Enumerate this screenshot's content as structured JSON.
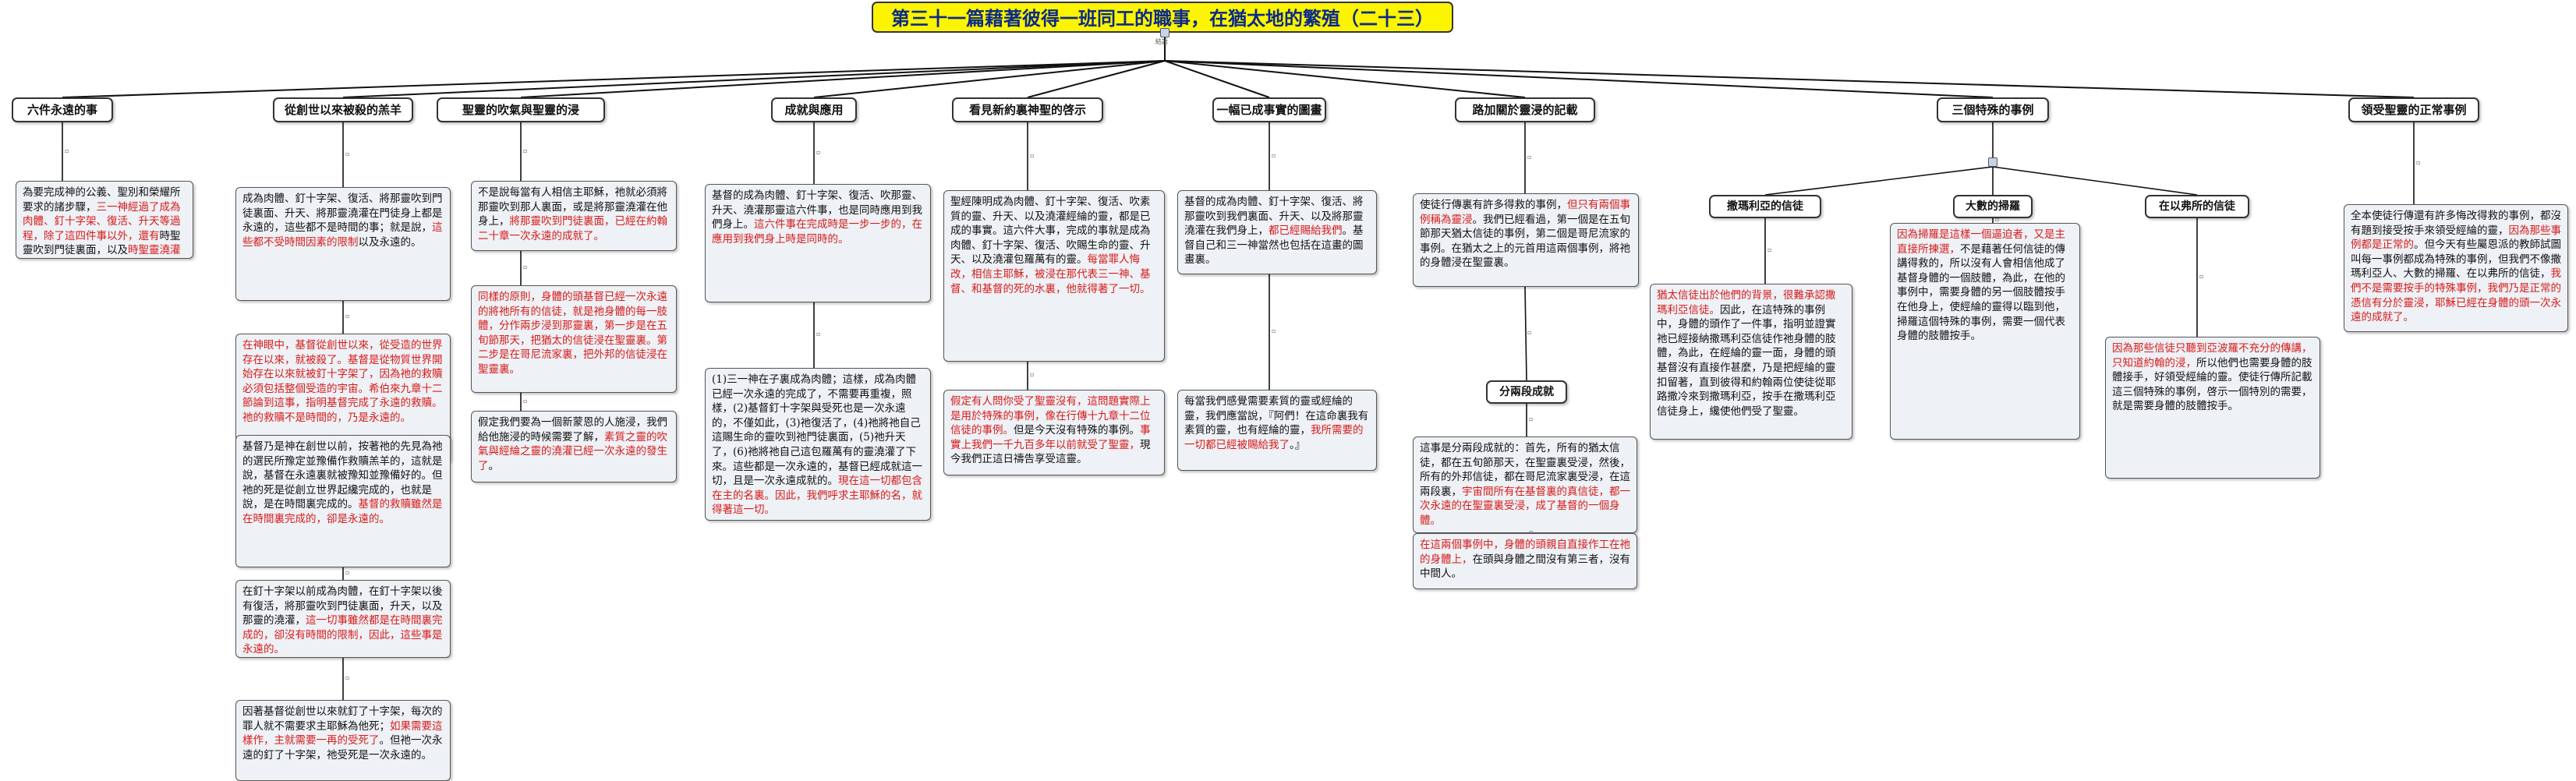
{
  "title": "第三十一篇藉著彼得一班同工的職事，在猶太地的繁殖（二十三）",
  "root_marker": "結語",
  "nodes": [
    {
      "label": "六件永遠的事",
      "boxes": [
        [
          {
            "t": "為要完成神的公義、聖別和榮耀所要求的諸步驟，"
          },
          {
            "t": "三一神經過了成為肉體、釘十字架、復活、升天等過程，除了這四件事以外，還有",
            "r": 1
          },
          {
            "t": "時聖靈吹到門徒裏面，以及",
            "r": 0
          },
          {
            "t": "時聖靈澆灌在他們身上。",
            "r": 1
          }
        ]
      ]
    },
    {
      "label": "從創世以來被殺的羔羊",
      "boxes": [
        [
          {
            "t": "成為肉體、釘十字架、復活、將那靈吹到門徒裏面、升天、將那靈澆灌在門徒身上都是永遠的，這些都不是時間的事；就是說，"
          },
          {
            "t": "這些都不受時間因素的限制",
            "r": 1
          },
          {
            "t": "以及永遠的。"
          }
        ],
        [
          {
            "t": "在神眼中，基督從創世以來，從受造的世界存在以來，就被殺了。基督是從物質世界開始存在以來就被釘十字架了，因為祂的救贖必須包括整個受造的宇宙。希伯來九章十二節論到這事，指明基督完成了永遠的救贖。",
            "r": 1
          },
          {
            "t": "祂的救贖不是時間的，乃是永遠的。",
            "r": 1
          }
        ],
        [
          {
            "t": "基督乃是神在創世以前，按著祂的先見為祂的選民所豫定並豫備作救贖羔羊的，這就是說，基督在永遠裏就被豫知並豫備好的。但祂的死是從創立世界起纔完成的，也就是說，是在時間裏完成的。"
          },
          {
            "t": "基督的救贖雖然是在時間裏完成的，卻是永遠的。",
            "r": 1
          }
        ],
        [
          {
            "t": "在釘十字架以前成為肉體，在釘十字架以後有復活，將那靈吹到門徒裏面，升天，以及那靈的澆灌，"
          },
          {
            "t": "這一切事雖然都是在時間裏完成的，卻沒有時間的限制，因此，這些事是永遠的。",
            "r": 1
          }
        ],
        [
          {
            "t": "因著基督從創世以來就釘了十字架，每次的罪人就不需要求主耶穌為他死；"
          },
          {
            "t": "如果需要這樣作，主就需要一再的受死了",
            "r": 1
          },
          {
            "t": "。但祂一次永遠的釘了十字架，祂受死是一次永遠的。"
          }
        ]
      ]
    },
    {
      "label": "聖靈的吹氣與聖靈的浸",
      "boxes": [
        [
          {
            "t": "不是說每當有人相信主耶穌，祂就必須將那靈吹到那人裏面，或是將那靈澆灌在他身上，"
          },
          {
            "t": "將那靈吹到門徒裏面，已經在約翰二十章一次永遠的成就了。",
            "r": 1
          }
        ],
        [
          {
            "t": "同樣的原則，身體的頭基督已經一次永遠的將祂所有的信徒，就是祂身體的每一肢體，分作兩步浸到那靈裏，第一步是在五旬節那天，把猶太的信徒浸在聖靈裏。第二步是在哥尼流家裏，把外邦的信徒浸在聖靈裏。",
            "r": 1
          }
        ],
        [
          {
            "t": "假定我們要為一個新蒙恩的人施浸，我們給他施浸的時候需要了解，"
          },
          {
            "t": "素質之靈的吹氣與經綸之靈的澆灌已經一次永遠的發生了",
            "r": 1
          },
          {
            "t": "。"
          }
        ]
      ]
    },
    {
      "label": "成就與應用",
      "boxes": [
        [
          {
            "t": "基督的成為肉體、釘十字架、復活、吹那靈、升天、澆灌那靈這六件事，也是同時應用到我們身上。"
          },
          {
            "t": "這六件事在完成時是一步一步的，在應用到我們身上時是同時的。",
            "r": 1
          }
        ],
        [
          {
            "t": "(1)三一神在子裏成為肉體；這樣，成為肉體已經一次永遠的完成了，不需要再重複，照樣，(2)基督釘十字架與受死也是一次永遠的，不僅如此，(3)祂復活了，(4)祂將祂自己這賜生命的靈吹到祂門徒裏面，(5)祂升天了，(6)祂將祂自己這包羅萬有的靈澆灌了下來。這些都是一次永遠的，基督已經成就這一切，且是一次永遠成就的。"
          },
          {
            "t": "現在這一切都包含在主的名裏。因此，我們呼求主耶穌的名，就得著這一切。",
            "r": 1
          }
        ]
      ]
    },
    {
      "label": "看見新約裏神聖的啓示",
      "boxes": [
        [
          {
            "t": "聖經陳明成為肉體、釘十字架、復活、吹素質的靈、升天、以及澆灌經綸的靈，都是已成的事實。這六件大事，完成的事就是成為肉體、釘十字架、復活、吹賜生命的靈、升天、以及澆灌包羅萬有的靈。"
          },
          {
            "t": "每當罪人悔改，相信主耶穌，被浸在那代表三一神、基督、和基督的死的水裏，他就得著了一切。",
            "r": 1
          }
        ],
        [
          {
            "t": "假定有人問你受了聖靈沒有，這問題實際上是用於特殊的事例，像在行傳十九章十二位信徒的事例。",
            "r": 1
          },
          {
            "t": "但是今天沒有特殊的事例。"
          },
          {
            "t": "事實上我們一千九百多年以前就受了聖靈，",
            "r": 1
          },
          {
            "t": "現今我們正這日禱告享受這靈。"
          }
        ]
      ]
    },
    {
      "label": "一幅已成事實的圖畫",
      "boxes": [
        [
          {
            "t": "基督的成為肉體、釘十字架、復活、將那靈吹到我們裏面、升天、以及將那靈澆灌在我們身上，"
          },
          {
            "t": "都已經賜給我們",
            "r": 1
          },
          {
            "t": "。基督自己和三一神當然也包括在這畫的圖畫裏。"
          }
        ],
        [
          {
            "t": "每當我們感覺需要素質的靈或經綸的靈，我們應當說，『阿們！在這命裏我有素質的靈，也有經綸的靈，"
          },
          {
            "t": "我所需要的一切都已經被賜給我了",
            "r": 1
          },
          {
            "t": "。』"
          }
        ]
      ]
    },
    {
      "label": "路加關於靈浸的記載",
      "boxes": [
        [
          {
            "t": "使徒行傳裏有許多得救的事例，"
          },
          {
            "t": "但只有兩個事例稱為靈浸",
            "r": 1
          },
          {
            "t": "。我們已經看過，第一個是在五旬節那天猶太信徒的事例，第二個是哥尼流家的事例。在猶太之上的元首用這兩個事例，將祂的身體浸在聖靈裏。"
          }
        ]
      ],
      "sub": {
        "label": "分兩段成就",
        "boxes": [
          [
            {
              "t": "這事是分兩段成就的：首先，所有的猶太信徒，都在五旬節那天，在聖靈裏受浸，然後，所有的外邦信徒，都在哥尼流家裏受浸，在這兩段裏，"
            },
            {
              "t": "宇宙間所有在基督裏的真信徒，都一次永遠的在聖靈裏受浸，成了基督的一個身體。",
              "r": 1
            }
          ],
          [
            {
              "t": "在這兩個事例中，身體的頭親自直接作工在祂的身體上，",
              "r": 1
            },
            {
              "t": "在頭與身體之間沒有第三者，沒有中間人。"
            }
          ]
        ]
      }
    },
    {
      "label": "三個特殊的事例",
      "children": [
        {
          "label": "撒瑪利亞的信徒",
          "boxes": [
            [
              {
                "t": "猶太信徒出於他們的背景，很難承認撒瑪利亞信徒。",
                "r": 1
              },
              {
                "t": "因此，在這特殊的事例中，身體的頭作了一件事，指明並證實祂已經接納撒瑪利亞信徒作祂身體的肢體，為此，在經綸的靈一面，身體的頭基督沒有直接作甚麼，乃是把經綸的靈扣留著，直到彼得和約翰兩位使徒從耶路撒冷來到撒瑪利亞，按手在撒瑪利亞信徒身上，纔使他們受了聖靈。"
              }
            ]
          ]
        },
        {
          "label": "大數的掃羅",
          "boxes": [
            [
              {
                "t": "因為掃羅是這樣一個逼迫者，",
                "r": 1
              },
              {
                "t": "又是主直接所揀選，",
                "r": 1
              },
              {
                "t": "不是藉著任何信徒的傳講得救的，所以沒有人會相信他成了基督身體的一個肢體，為此，在他的事例中，需要身體的另一個肢體按手在他身上，使經綸的靈得以臨到他，掃羅這個特殊的事例，需要一個代表身體的肢體按手。"
              }
            ]
          ]
        },
        {
          "label": "在以弗所的信徒",
          "boxes": [
            [
              {
                "t": "因為那些信徒只聽到亞波羅不充分的傳講，只知道約翰的浸，",
                "r": 1
              },
              {
                "t": "所以他們也需要身體的肢體接手，好領受經綸的靈。使徒行傳所記載這三個特殊的事例，啓示一個特別的需要，就是需要身體的肢體按手。"
              }
            ]
          ]
        }
      ]
    },
    {
      "label": "領受聖靈的正常事例",
      "boxes": [
        [
          {
            "t": "全本使徒行傳還有許多悔改得救的事例，都沒有題到接受按手來領受經綸的靈，"
          },
          {
            "t": "因為那些事例都是正常的",
            "r": 1
          },
          {
            "t": "。但今天有些屬恩派的教師試圖叫每一事例都成為特殊的事例，但我們不像撒瑪利亞人、大數的掃羅、在以弗所的信徒，"
          },
          {
            "t": "我們不是需要按手的特殊事例，我們乃是正常的憑信有分於靈浸，耶穌已經在身體的頭一次永遠的成就了。",
            "r": 1
          }
        ]
      ]
    }
  ]
}
